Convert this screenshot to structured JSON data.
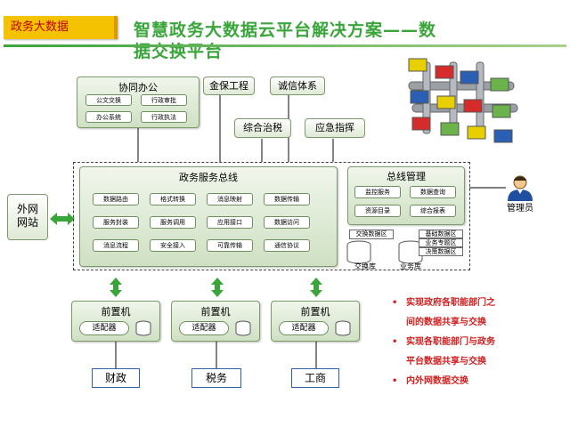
{
  "header": {
    "tag": "政务大数据",
    "title_line1": "智慧政务大数据云平台解决方案——数",
    "title_line2": "据交换平台"
  },
  "cowork": {
    "title": "协同办公",
    "items": [
      "公文交换",
      "行政审批",
      "办公系统",
      "行政执法"
    ]
  },
  "top_boxes": {
    "jinbao": "金保工程",
    "chengxin": "诚信体系",
    "zonghe": "综合治税",
    "yingji": "应急指挥"
  },
  "left_box": {
    "line1": "外网",
    "line2": "网站"
  },
  "bus": {
    "title": "政务服务总线",
    "items": [
      "数据路由",
      "格式转换",
      "消息映射",
      "数据传输",
      "服务封装",
      "服务调用",
      "应用接口",
      "数据访问",
      "消息流程",
      "安全接入",
      "可靠传输",
      "通信协议"
    ]
  },
  "bus_mgmt": {
    "title": "总线管理",
    "items": [
      "监控服务",
      "数据查询",
      "资源目录",
      "综合报表"
    ]
  },
  "admin": "管理员",
  "storage": {
    "exchange_area": "交换数据区",
    "exchange_db": "交换库",
    "biz_db": "业务库",
    "biz_areas": [
      "基础数据区",
      "业务专题区",
      "决策数据区"
    ]
  },
  "front": [
    {
      "title": "前置机",
      "adapter": "适配器",
      "dept": "财政"
    },
    {
      "title": "前置机",
      "adapter": "适配器",
      "dept": "税务"
    },
    {
      "title": "前置机",
      "adapter": "适配器",
      "dept": "工商"
    }
  ],
  "bullets": [
    {
      "line1": "实现政府各职能部门之",
      "line2": "间的数据共享与交换"
    },
    {
      "line1": "实现各职能部门与政务",
      "line2": "平台数据共享与交换"
    },
    {
      "line1": "内外网数据交换",
      "line2": ""
    }
  ],
  "colors": {
    "green_title": "#3aa53a",
    "bullet_red": "#d01f1f",
    "tag_yellow": "#f4c200"
  }
}
